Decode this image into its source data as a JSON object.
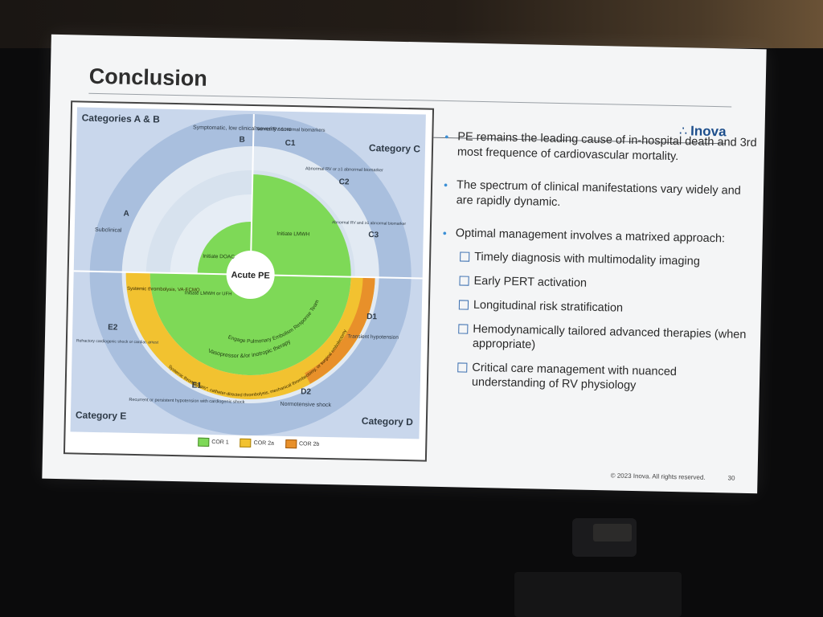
{
  "slide": {
    "title": "Conclusion",
    "logo_text": "Inova",
    "logo_mark": "∴",
    "bullets": [
      "PE remains the leading cause of in-hospital death and 3rd most frequence of cardiovascular mortality.",
      "The spectrum of clinical manifestations vary widely and are rapidly dynamic.",
      "Optimal management involves a matrixed approach:"
    ],
    "sub_bullets": [
      "Timely diagnosis with multimodality imaging",
      "Early PERT activation",
      "Longitudinal risk stratification",
      "Hemodynamically tailored advanced therapies (when appropriate)",
      "Critical care management with nuanced understanding of RV physiology"
    ],
    "footer_copyright": "© 2023 Inova. All rights reserved.",
    "page_number": "30"
  },
  "diagram": {
    "categories": {
      "ab": "Categories A & B",
      "c": "Category C",
      "d": "Category D",
      "e": "Category E"
    },
    "center": "Acute PE",
    "segments": {
      "a": "A",
      "a_desc": "Subclinical",
      "b": "B",
      "b_desc": "Symptomatic, low clinical severity score",
      "c1": "C1",
      "c1_desc": "Normal RV & normal biomarkers",
      "c2": "C2",
      "c2_desc": "Abnormal RV or ≥1 abnormal biomarker",
      "c3": "C3",
      "c3_desc": "Abnormal RV and ≥1 abnormal biomarker",
      "d1": "D1",
      "d1_desc": "Transient hypotension",
      "d2": "D2",
      "d2_desc": "Normotensive shock",
      "e1": "E1",
      "e1_desc": "Recurrent or persistent hypotension with cardiogenic shock",
      "e2": "E2",
      "e2_desc": "Refractory cardiogenic shock or cardiac arrest"
    },
    "rings": {
      "doac": "Initiate DOAC",
      "lmwh": "Initiate LMWH",
      "lmwh_ufh": "Initiate LMWH or UFH",
      "pert": "Engage Pulmonary Embolism Response Team",
      "vasopressor": "Vasopressor &/or inotropic therapy",
      "ecmo": "Systemic thrombolysis, VA-ECMO",
      "thrombolysis": "Systemic thrombolysis*, catheter-directed thrombolysis, mechanical thrombectomy, or surgical embolectomy"
    },
    "legend": [
      "COR 1",
      "COR 2a",
      "COR 2b"
    ],
    "colors": {
      "cor1": "#7ed957",
      "cor2a": "#f2c230",
      "cor2b": "#e8902a",
      "outer_band": "#a9bfde",
      "inner_band": "#dfe8f2",
      "panel": "#c9d7ec"
    }
  }
}
